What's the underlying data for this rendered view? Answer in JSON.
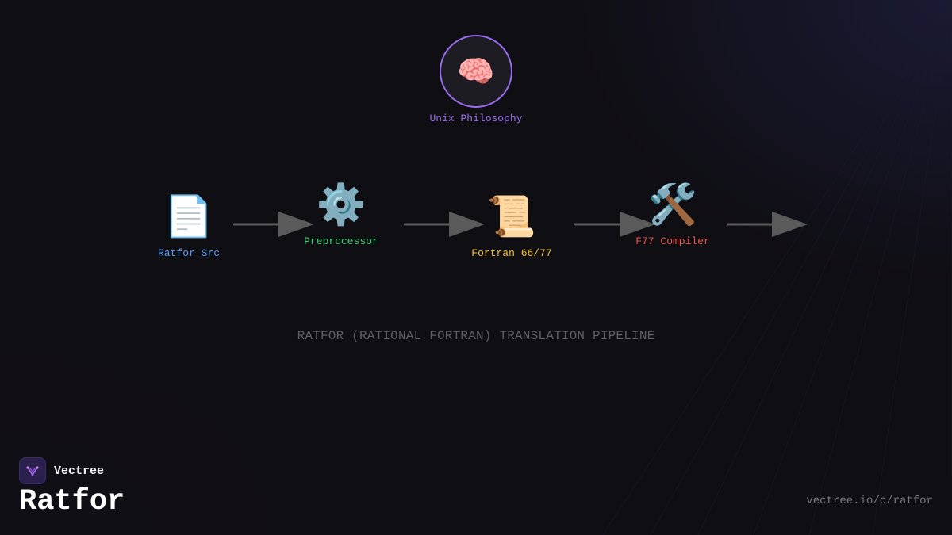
{
  "center": {
    "label": "Unix Philosophy",
    "icon": "brain-icon",
    "glyph": "🧠",
    "color": "#9b6cf0"
  },
  "stages": [
    {
      "label": "Ratfor Src",
      "icon": "document-icon",
      "glyph": "📄",
      "color": "#5b9cf4"
    },
    {
      "label": "Preprocessor",
      "icon": "gear-icon",
      "glyph": "⚙️",
      "color": "#3ed17a"
    },
    {
      "label": "Fortran 66/77",
      "icon": "scroll-icon",
      "glyph": "📜",
      "color": "#f2c23a"
    },
    {
      "label": "F77 Compiler",
      "icon": "hammer-wrench-icon",
      "glyph": "🛠️",
      "color": "#ef5350"
    }
  ],
  "caption": "RATFOR (RATIONAL FORTRAN) TRANSLATION PIPELINE",
  "brand": {
    "name": "Vectree",
    "logo_icon": "vectree-logo-icon",
    "accent": "#b46cf0"
  },
  "title": "Ratfor",
  "url": "vectree.io/c/ratfor"
}
